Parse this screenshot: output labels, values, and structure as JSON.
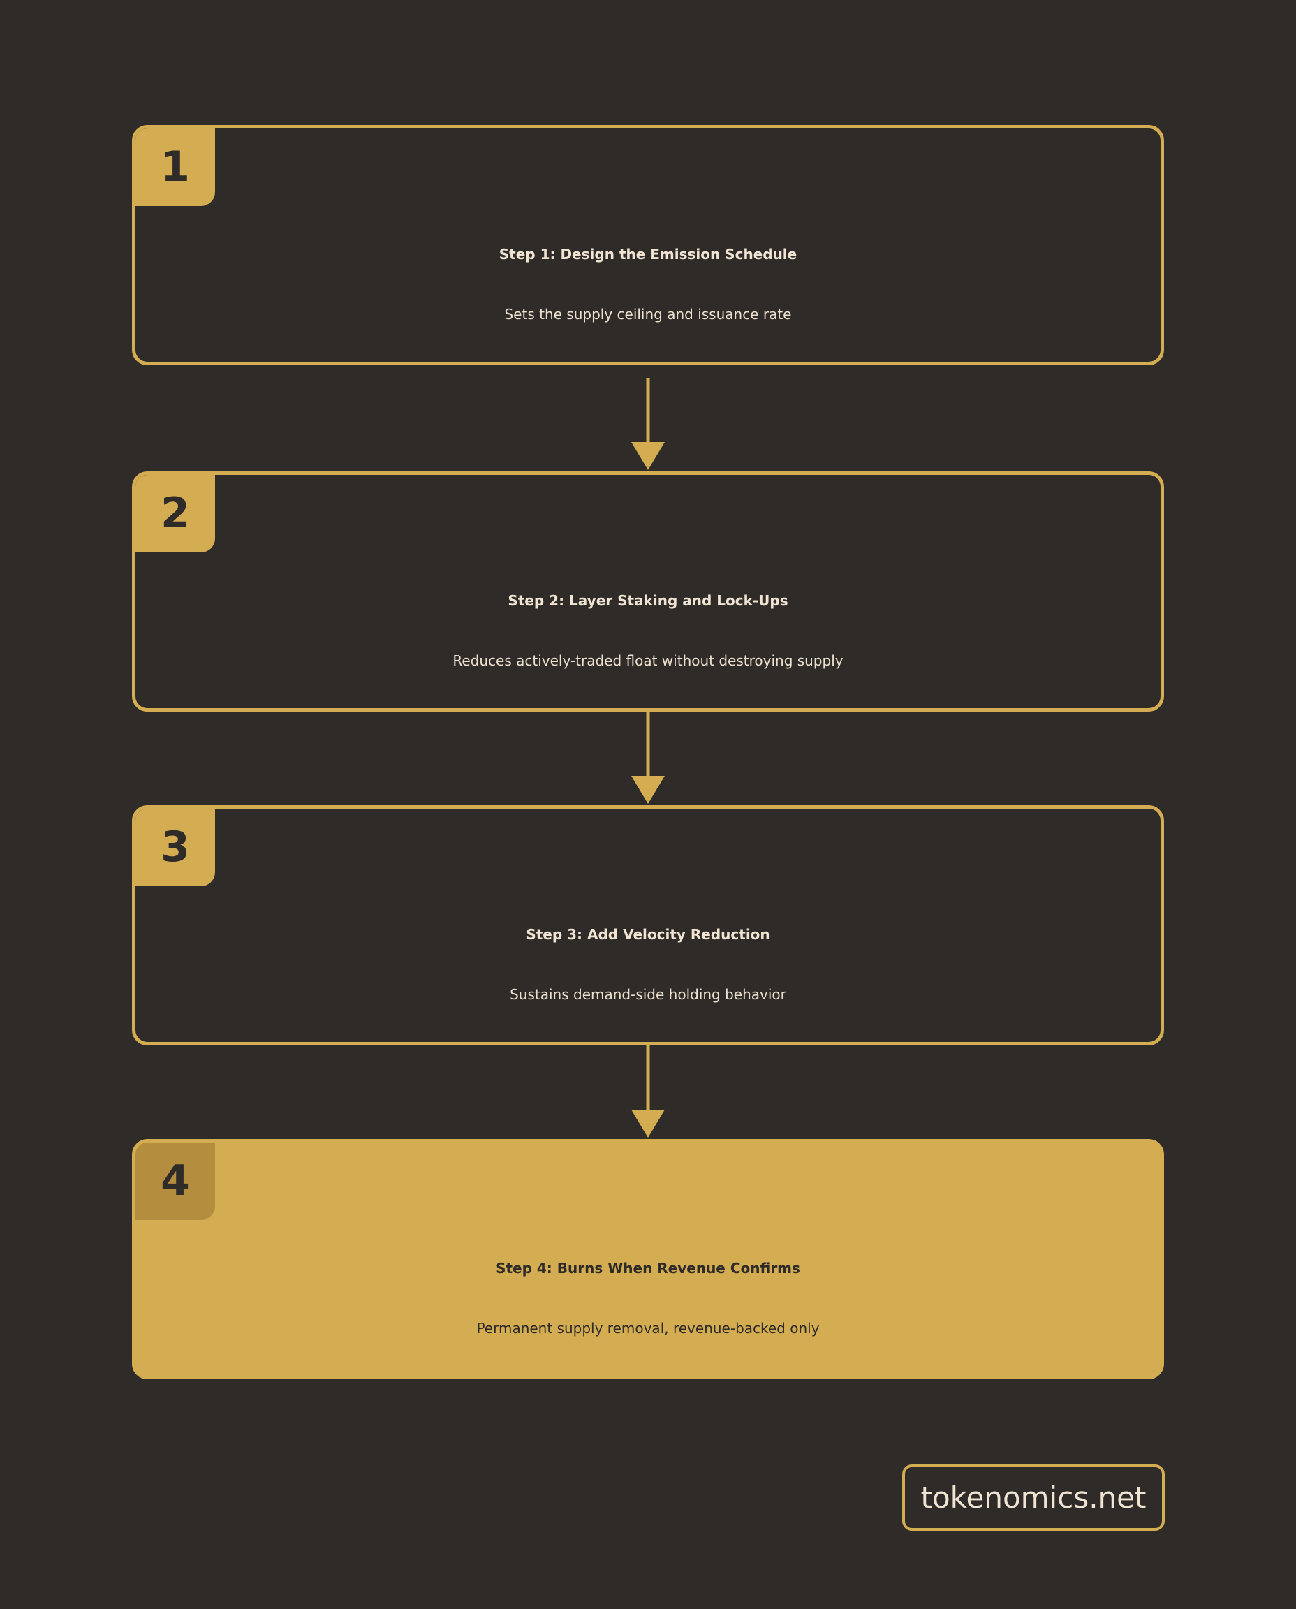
{
  "steps": [
    {
      "number": "1",
      "title": "Step 1: Design the Emission Schedule",
      "description": "Sets the supply ceiling and issuance rate"
    },
    {
      "number": "2",
      "title": "Step 2: Layer Staking and Lock-Ups",
      "description": "Reduces actively-traded float without destroying supply"
    },
    {
      "number": "3",
      "title": "Step 3: Add Velocity Reduction",
      "description": "Sustains demand-side holding behavior"
    },
    {
      "number": "4",
      "title": "Step 4: Burns When Revenue Confirms",
      "description": "Permanent supply removal, revenue-backed only"
    }
  ],
  "footer": {
    "source": "tokenomics.net"
  },
  "colors": {
    "background": "#2e2b28",
    "accent": "#d4ac51",
    "badge_highlight": "#b48e3e",
    "text_light": "#f1e4d2",
    "text_dark": "#2e2b28"
  }
}
